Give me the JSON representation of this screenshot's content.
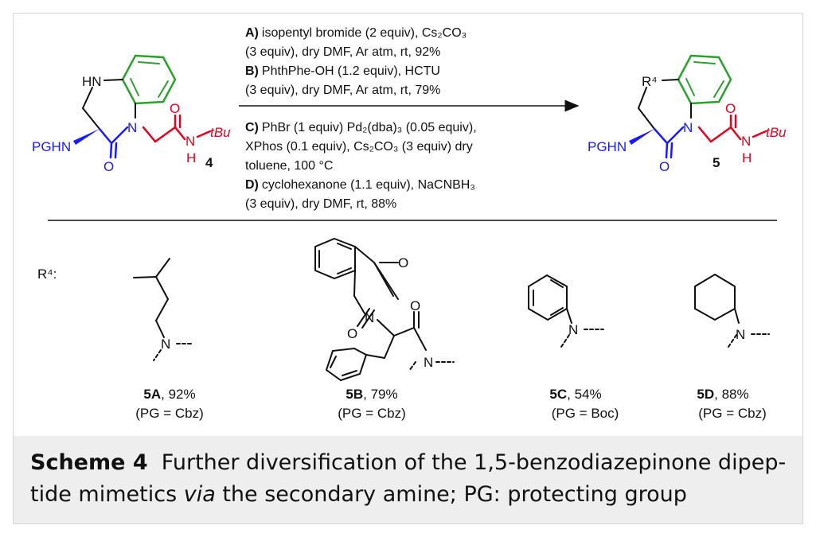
{
  "reagents": {
    "A": {
      "label": "A)",
      "line1": "isopentyl bromide (2 equiv), Cs₂CO₃",
      "line2": "(3 equiv), dry DMF, Ar atm, rt, 92%"
    },
    "B": {
      "label": "B)",
      "line1": "PhthPhe-OH (1.2 equiv), HCTU",
      "line2": "(3 equiv), dry DMF, Ar atm, rt, 79%"
    },
    "C": {
      "label": "C)",
      "line1": "PhBr (1 equiv) Pd₂(dba)₃ (0.05 equiv),",
      "line2": "XPhos (0.1 equiv), Cs₂CO₃ (3 equiv) dry",
      "line3": "toluene, 100 °C"
    },
    "D": {
      "label": "D)",
      "line1": "cyclohexanone (1.1 equiv), NaCNBH₃",
      "line2": "(3 equiv), dry DMF, rt, 88%"
    }
  },
  "start": {
    "number": "4",
    "hn": "HN",
    "pghn": "PGHN",
    "n": "N",
    "o1": "O",
    "o2": "O",
    "nh": "N",
    "h": "H",
    "tbu": "tBu"
  },
  "product": {
    "number": "5",
    "r4": "R⁴",
    "pghn": "PGHN",
    "n": "N",
    "o1": "O",
    "o2": "O",
    "nh": "N",
    "h": "H",
    "tbu": "tBu"
  },
  "r4_label": "R⁴:",
  "variants": [
    {
      "id": "5A",
      "yield": ", 92%",
      "pg": "(PG = Cbz)"
    },
    {
      "id": "5B",
      "yield": ", 79%",
      "pg": "(PG = Cbz)"
    },
    {
      "id": "5C",
      "yield": ", 54%",
      "pg": "(PG = Boc)"
    },
    {
      "id": "5D",
      "yield": ", 88%",
      "pg": "(PG = Cbz)"
    }
  ],
  "atoms": {
    "n": "N",
    "o": "O"
  },
  "caption": {
    "lead": "Scheme 4",
    "text1": "Further diversification of the 1,5-benzodiazepinone dipep-",
    "text2a": "tide mimetics ",
    "text2b": "via",
    "text2c": " the secondary amine; PG: protecting group"
  },
  "colors": {
    "green": "#2ca02c",
    "blue": "#1a1aff",
    "red": "#e8001c",
    "black": "#111111"
  }
}
